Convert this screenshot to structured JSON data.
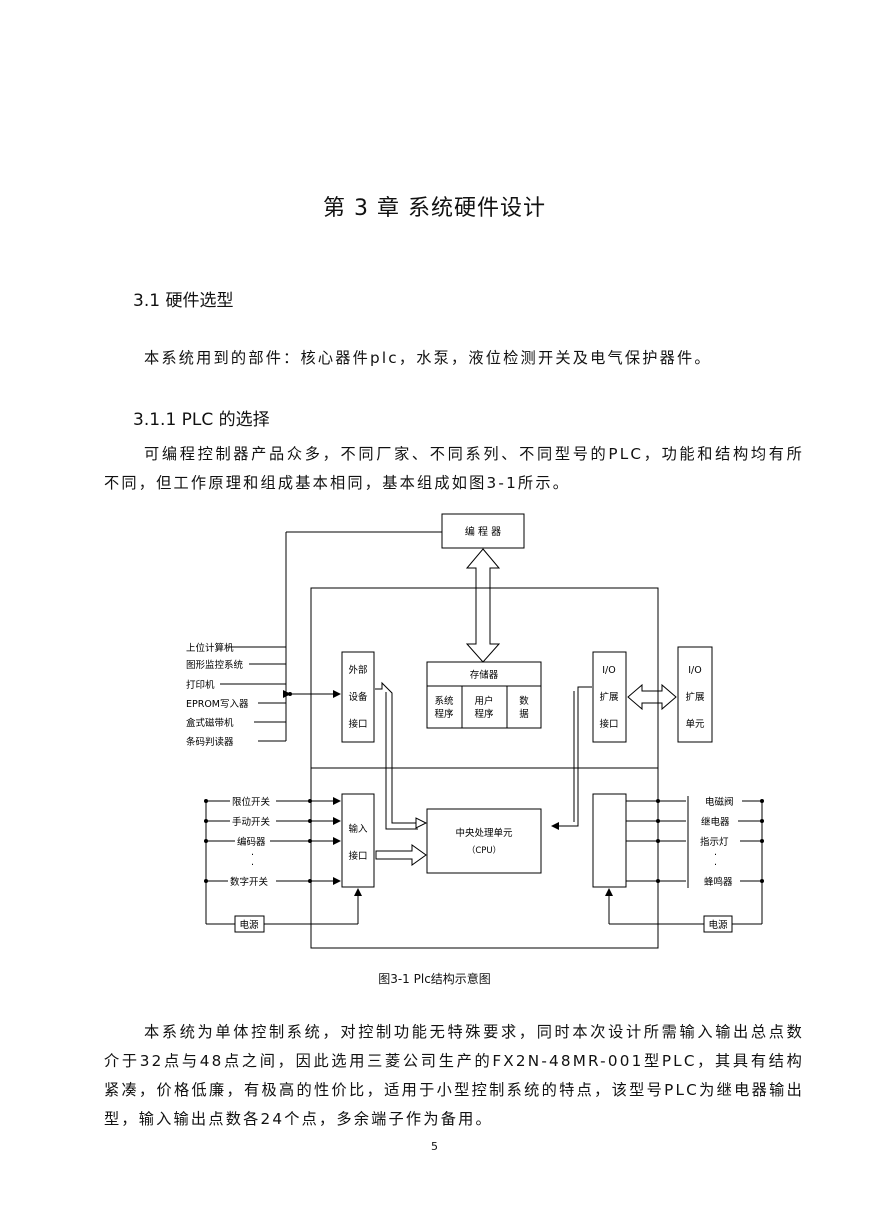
{
  "chapter_title": "第 3 章  系统硬件设计",
  "section_heading": "3.1  硬件选型",
  "section_para": "本系统用到的部件：核心器件plc，水泵，液位检测开关及电气保护器件。",
  "subsection_heading": "3.1.1 PLC 的选择",
  "subsection_para": "可编程控制器产品众多，不同厂家、不同系列、不同型号的PLC，功能和结构均有所不同，但工作原理和组成基本相同，基本组成如图3-1所示。",
  "diagram": {
    "programmer": "编 程 器",
    "left_devices": [
      "上位计算机",
      "图形监控系统",
      "打印机",
      "EPROM写入器",
      "盒式磁带机",
      "条码判读器"
    ],
    "ext_interface": [
      "外部",
      "设备",
      "接口"
    ],
    "memory": {
      "title": "存储器",
      "cells": [
        [
          "系统",
          "程序"
        ],
        [
          "用户",
          "程序"
        ],
        [
          "数",
          "据"
        ]
      ]
    },
    "io_ext_interface": [
      "I/O",
      "扩展",
      "接口"
    ],
    "io_ext_unit": [
      "I/O",
      "扩展",
      "单元"
    ],
    "inputs": [
      "限位开关",
      "手动开关",
      "编码器",
      "数字开关"
    ],
    "input_interface": [
      "输入",
      "接口"
    ],
    "cpu": [
      "中央处理单元",
      "（CPU）"
    ],
    "outputs": [
      "电磁阀",
      "继电器",
      "指示灯",
      "蜂鸣器"
    ],
    "power_left": "电源",
    "power_right": "电源",
    "dot": "·"
  },
  "figure_caption": "图3-1 Plc结构示意图",
  "body_para": "本系统为单体控制系统，对控制功能无特殊要求，同时本次设计所需输入输出总点数介于32点与48点之间，因此选用三菱公司生产的FX2N-48MR-001型PLC，其具有结构紧凑，价格低廉，有极高的性价比，适用于小型控制系统的特点，该型号PLC为继电器输出型，输入输出点数各24个点，多余端子作为备用。",
  "page_number": "5"
}
